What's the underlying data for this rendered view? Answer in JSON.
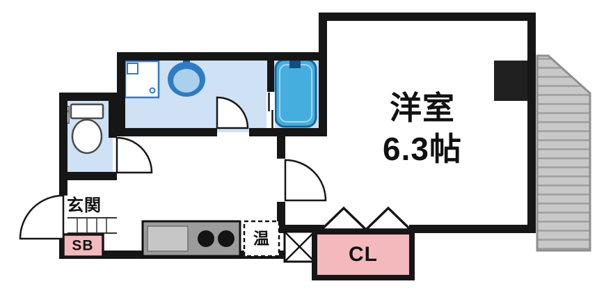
{
  "labels": {
    "main_room_name": "洋室",
    "main_room_size": "6.3帖",
    "entrance": "玄関",
    "shoe_box": "SB",
    "closet": "CL",
    "water_heater": "温"
  },
  "colors": {
    "wall": "#161616",
    "wet_area_floor": "#cfe1f4",
    "fixture_blue": "#2e7cc3",
    "bathtub_blue": "#45aede",
    "closet_pink": "#f4b9bd",
    "kitchen_gray": "#9c9c9c",
    "balcony_gray": "#c8c8c8"
  }
}
